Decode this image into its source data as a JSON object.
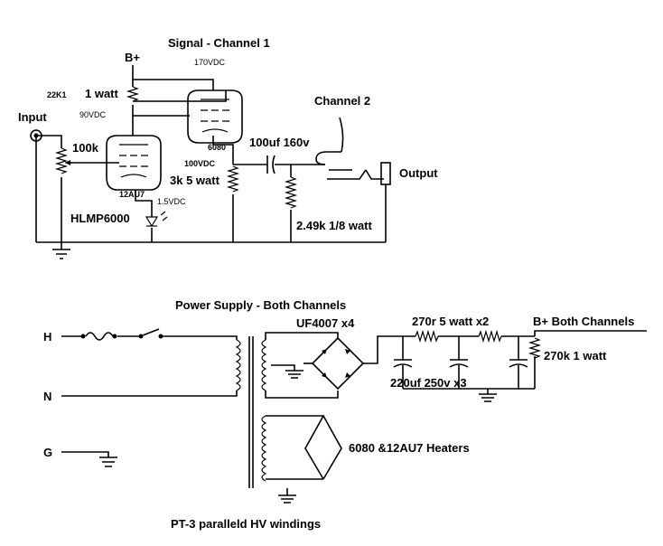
{
  "titles": {
    "signal": "Signal - Channel 1",
    "power": "Power Supply - Both Channels",
    "transformer": "PT-3 paralleld HV windings"
  },
  "labels": {
    "bplus": "B+",
    "v170": "170VDC",
    "r22k1": "22K1",
    "watt1": "1 watt",
    "v90": "90VDC",
    "input": "Input",
    "pot100k": "100k",
    "tube12au7": "12AU7",
    "tube6080": "6080",
    "v100": "100VDC",
    "r3k": "3k 5 watt",
    "v15": "1.5VDC",
    "led": "HLMP6000",
    "cap100uf": "100uf 160v",
    "channel2": "Channel 2",
    "output": "Output",
    "r249k": "2.49k 1/8 watt",
    "H": "H",
    "N": "N",
    "G": "G",
    "uf4007": "UF4007 x4",
    "r270r": "270r 5 watt x2",
    "bplus_both": "B+ Both Channels",
    "r270k": "270k 1 watt",
    "cap220": "220uf 250v x3",
    "heaters": "6080 &12AU7 Heaters"
  }
}
